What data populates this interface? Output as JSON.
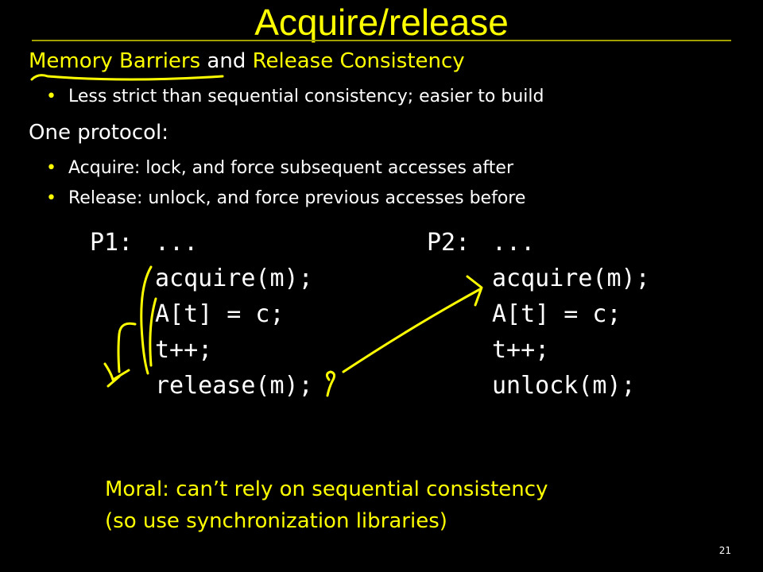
{
  "title": "Acquire/release",
  "heading1": {
    "part1": "Memory Barriers",
    "part2": " and ",
    "part3": "Release Consistency"
  },
  "bullet1": "Less strict than sequential consistency; easier to build",
  "heading2": "One protocol:",
  "bullet2": "Acquire: lock, and force subsequent accesses after",
  "bullet3": "Release: unlock, and force previous accesses before",
  "p1": {
    "label": "P1:",
    "lines": [
      "...",
      "acquire(m);",
      "A[t] = c;",
      "t++;",
      "release(m);"
    ]
  },
  "p2": {
    "label": "P2:",
    "lines": [
      "...",
      "acquire(m);",
      "A[t] = c;",
      "t++;",
      "unlock(m);"
    ]
  },
  "moral": {
    "line1": "Moral: can’t rely on sequential consistency",
    "line2": "(so use synchronization libraries)"
  },
  "page_number": "21",
  "colors": {
    "background": "#000000",
    "accent": "#ffff00",
    "text": "#ffffff"
  }
}
